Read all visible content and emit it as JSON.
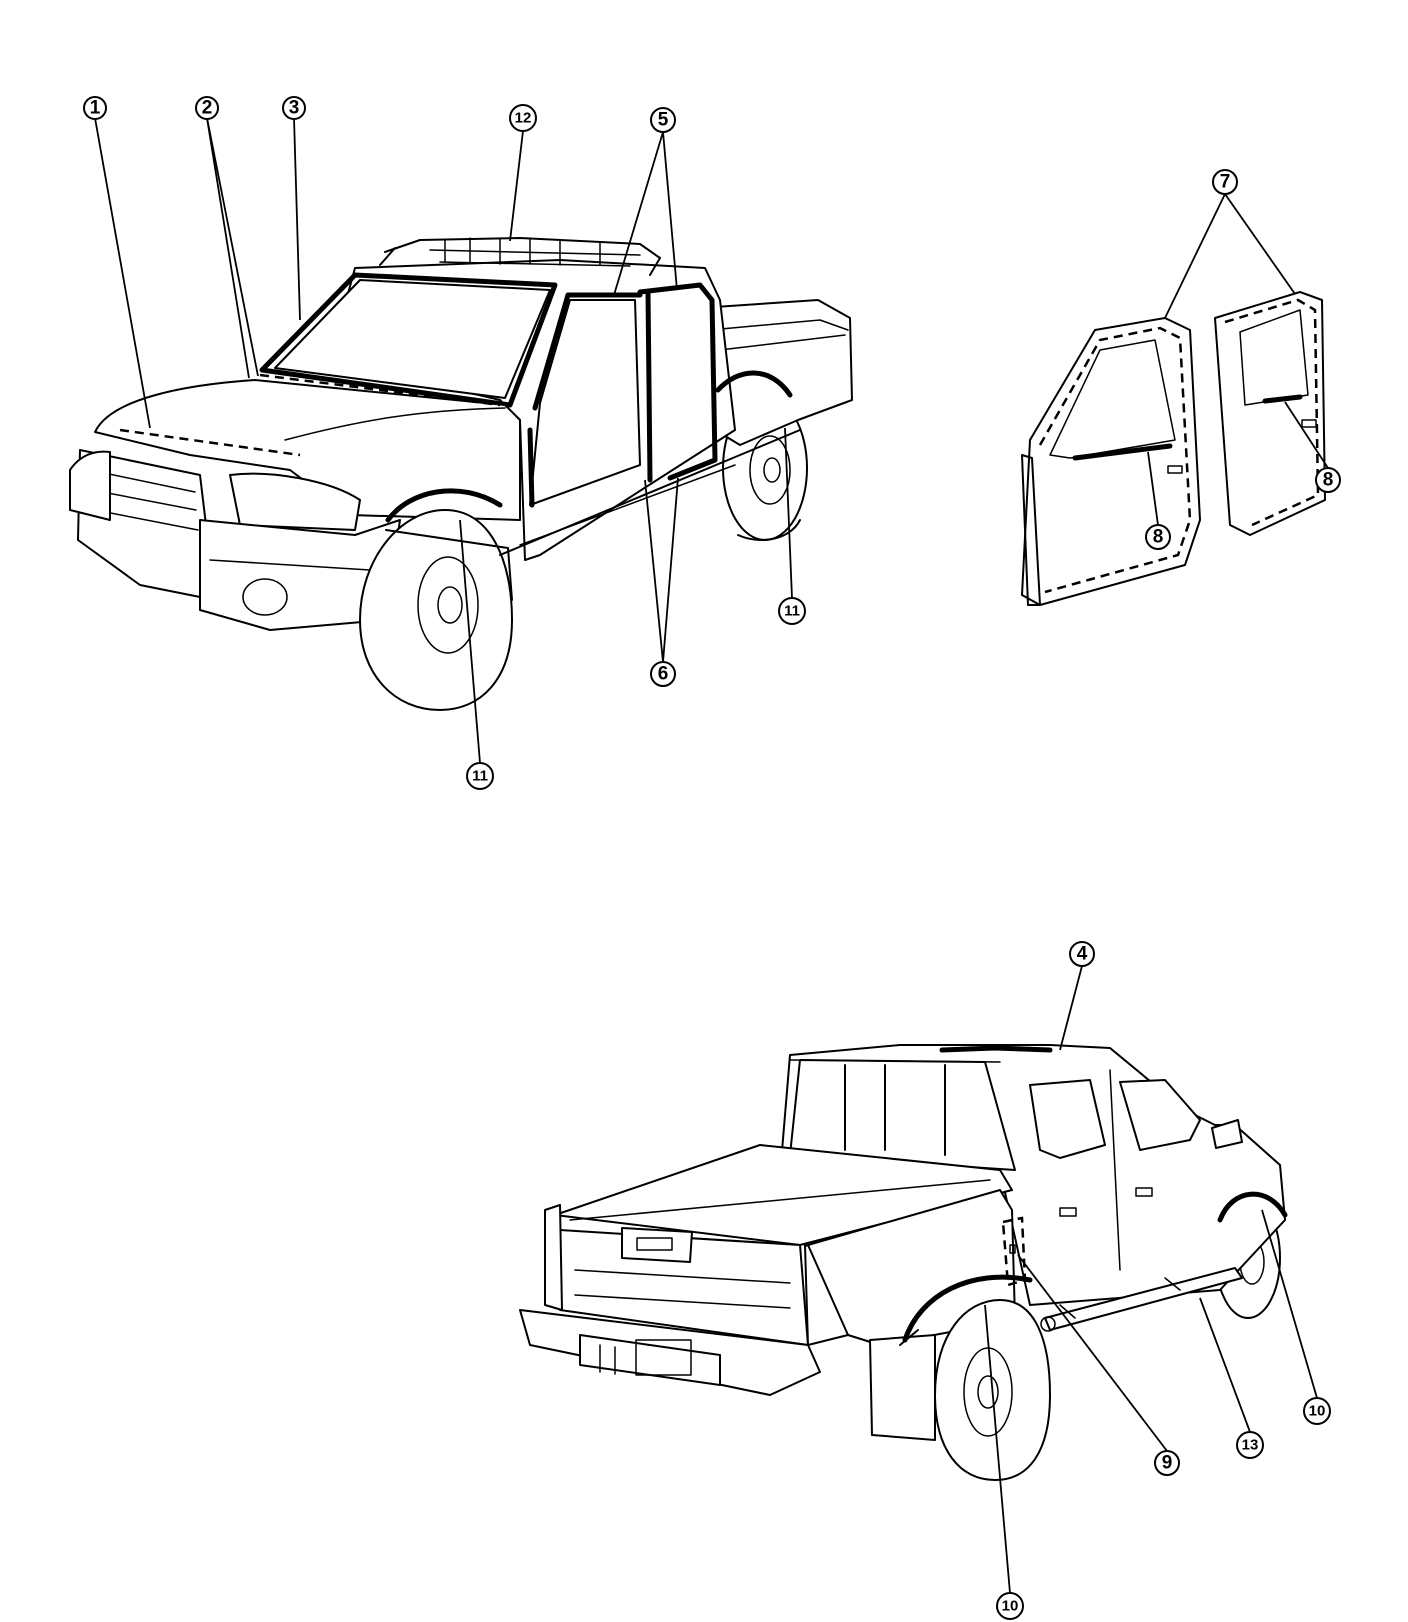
{
  "callouts": {
    "c1": "1",
    "c2": "2",
    "c3": "3",
    "c4": "4",
    "c5": "5",
    "c6": "6",
    "c7": "7",
    "c8a": "8",
    "c8b": "8",
    "c9": "9",
    "c10a": "10",
    "c10b": "10",
    "c11a": "11",
    "c11b": "11",
    "c12": "12",
    "c13": "13"
  }
}
